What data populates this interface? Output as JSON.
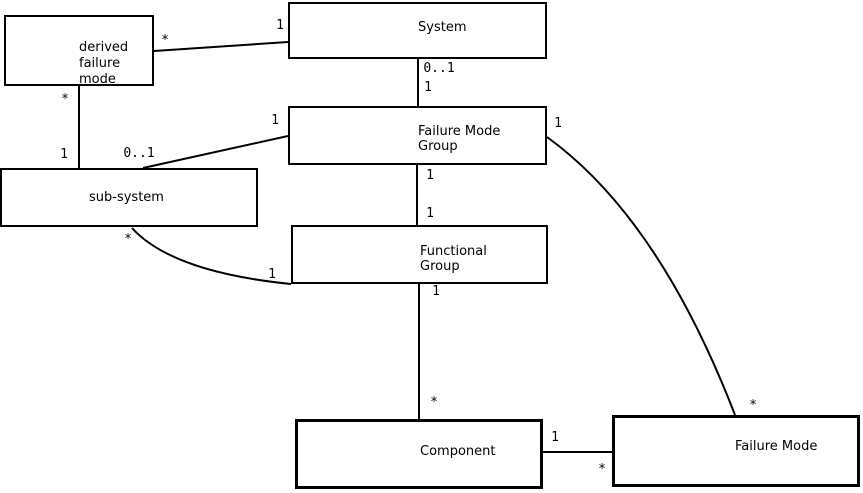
{
  "diagram": {
    "colors": {
      "line": "#000000",
      "box_fill": "#ffffff",
      "background": "#ffffff"
    },
    "nodes": [
      {
        "id": "derived-failure-mode",
        "lines": [
          "derived",
          "failure",
          "mode"
        ]
      },
      {
        "id": "system",
        "lines": [
          "System"
        ]
      },
      {
        "id": "failure-mode-group",
        "lines": [
          "Failure Mode",
          "Group"
        ]
      },
      {
        "id": "sub-system",
        "lines": [
          "sub-system"
        ]
      },
      {
        "id": "functional-group",
        "lines": [
          "Functional",
          "Group"
        ]
      },
      {
        "id": "component",
        "lines": [
          "Component"
        ]
      },
      {
        "id": "failure-mode",
        "lines": [
          "Failure Mode"
        ]
      }
    ],
    "edges": [
      {
        "a": "derived failure mode",
        "b": "System",
        "mult_a": "*",
        "mult_b": "1"
      },
      {
        "a": "derived failure mode",
        "b": "sub-system",
        "mult_a": "*",
        "mult_b": "1"
      },
      {
        "a": "Failure Mode Group",
        "b": "sub-system",
        "mult_a": "1",
        "mult_b": "0..1"
      },
      {
        "a": "System",
        "b": "Failure Mode Group",
        "mult_a": "0..1",
        "mult_b": "1"
      },
      {
        "a": "Failure Mode Group",
        "b": "Functional Group",
        "mult_a": "1",
        "mult_b": "1"
      },
      {
        "a": "Functional Group",
        "b": "Component",
        "mult_a": "1",
        "mult_b": "*"
      },
      {
        "a": "sub-system",
        "b": "Functional Group",
        "mult_a": "*",
        "mult_b": "1"
      },
      {
        "a": "Failure Mode Group",
        "b": "Failure Mode",
        "mult_a": "1",
        "mult_b": "*"
      },
      {
        "a": "Component",
        "b": "Failure Mode",
        "mult_a": "1",
        "mult_b": "*"
      }
    ]
  }
}
